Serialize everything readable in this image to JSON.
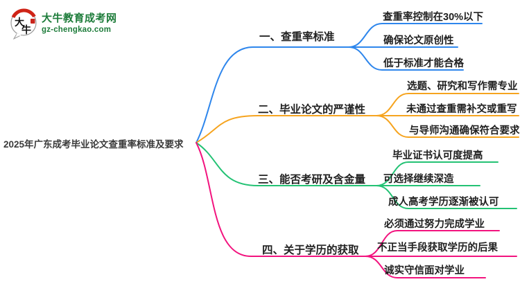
{
  "logo": {
    "mark_text": "大牛",
    "name": "大牛教育成考网",
    "domain": "gz-chengkao.com"
  },
  "title": "2025年广东成考毕业论文查重率标准及要求",
  "colors": {
    "branch1_blue": "#2e86ec",
    "branch2_orange": "#f6a41f",
    "branch3_green": "#23c274",
    "branch4_pink": "#f2137e",
    "logo_green": "#1d7c3a",
    "logo_red": "#cf2417",
    "title_text": "#3a3a3a"
  },
  "branches": [
    {
      "label": "一、查重率标准",
      "color": "#2e86ec",
      "items": [
        "查重率控制在30%以下",
        "确保论文原创性",
        "低于标准才能合格"
      ]
    },
    {
      "label": "二、毕业论文的严谨性",
      "color": "#f6a41f",
      "items": [
        "选题、研究和写作需专业",
        "未通过查重需补交或重写",
        "与导师沟通确保符合要求"
      ]
    },
    {
      "label": "三、能否考研及含金量",
      "color": "#23c274",
      "items": [
        "毕业证书认可度提高",
        "可选择继续深造",
        "成人高考学历逐渐被认可"
      ]
    },
    {
      "label": "四、关于学历的获取",
      "color": "#f2137e",
      "items": [
        "必须通过努力完成学业",
        "不正当手段获取学历的后果",
        "诚实守信面对学业"
      ]
    }
  ]
}
